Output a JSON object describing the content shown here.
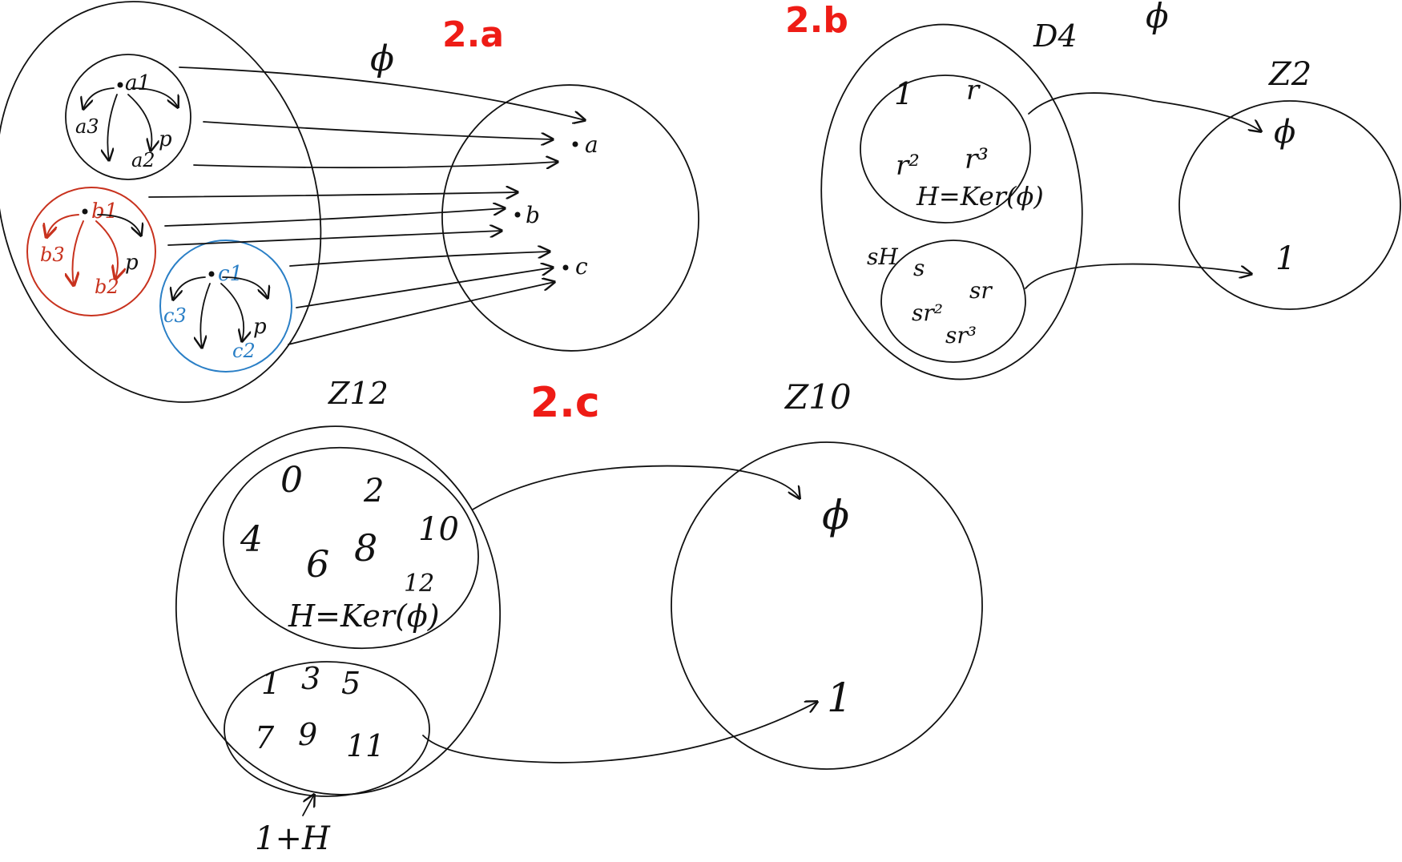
{
  "colors": {
    "ink": "#111111",
    "label_red": "#ee1c16",
    "orbit_red": "#c8321e",
    "orbit_blue": "#2a7fc6"
  },
  "section_a": {
    "label": "2.a",
    "map_symbol": "ϕ",
    "orbit_a": {
      "top": "a1",
      "left": "a3",
      "bottom": "a2",
      "arrow_label": "p"
    },
    "orbit_b": {
      "top": "b1",
      "left": "b3",
      "bottom": "b2",
      "arrow_label": "p"
    },
    "orbit_c": {
      "top": "c1",
      "left": "c3",
      "bottom": "c2",
      "arrow_label": "p"
    },
    "targets": [
      "a",
      "b",
      "c"
    ]
  },
  "section_b": {
    "label": "2.b",
    "domain_label": "D4",
    "map_symbol": "ϕ",
    "codomain_label": "Z2",
    "kernel": {
      "elements": [
        "1",
        "r",
        "r²",
        "r³"
      ],
      "name": "H=Ker(ϕ)"
    },
    "coset": {
      "name": "sH",
      "elements": [
        "s",
        "sr",
        "sr²",
        "sr³"
      ]
    },
    "targets": [
      "ϕ",
      "1"
    ]
  },
  "section_c": {
    "label": "2.c",
    "domain_label": "Z12",
    "codomain_label": "Z10",
    "kernel": {
      "elements": [
        "0",
        "2",
        "4",
        "6",
        "8",
        "10",
        "12"
      ],
      "name": "H=Ker(ϕ)"
    },
    "coset": {
      "elements": [
        "1",
        "3",
        "5",
        "7",
        "9",
        "11"
      ],
      "name": "1+H"
    },
    "targets": [
      "ϕ",
      "1"
    ]
  }
}
